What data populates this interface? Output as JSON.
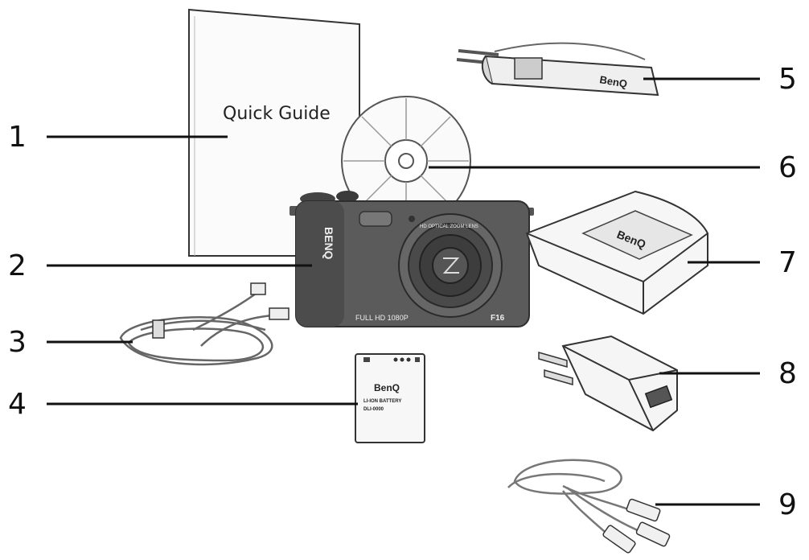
{
  "guide": {
    "title": "Quick Guide"
  },
  "camera": {
    "grip_label": "BENQ",
    "badge": "FULL HD 1080P",
    "model": "F16",
    "lens_ring": "HD OPTICAL ZOOM LENS"
  },
  "strap": {
    "brand": "BenQ"
  },
  "pouch": {
    "brand": "BenQ"
  },
  "battery": {
    "brand": "BenQ",
    "line1": "LI-ION BATTERY",
    "line2": "DLI-0000"
  },
  "callouts": [
    {
      "number": "1"
    },
    {
      "number": "2"
    },
    {
      "number": "3"
    },
    {
      "number": "4"
    },
    {
      "number": "5"
    },
    {
      "number": "6"
    },
    {
      "number": "7"
    },
    {
      "number": "8"
    },
    {
      "number": "9"
    }
  ]
}
